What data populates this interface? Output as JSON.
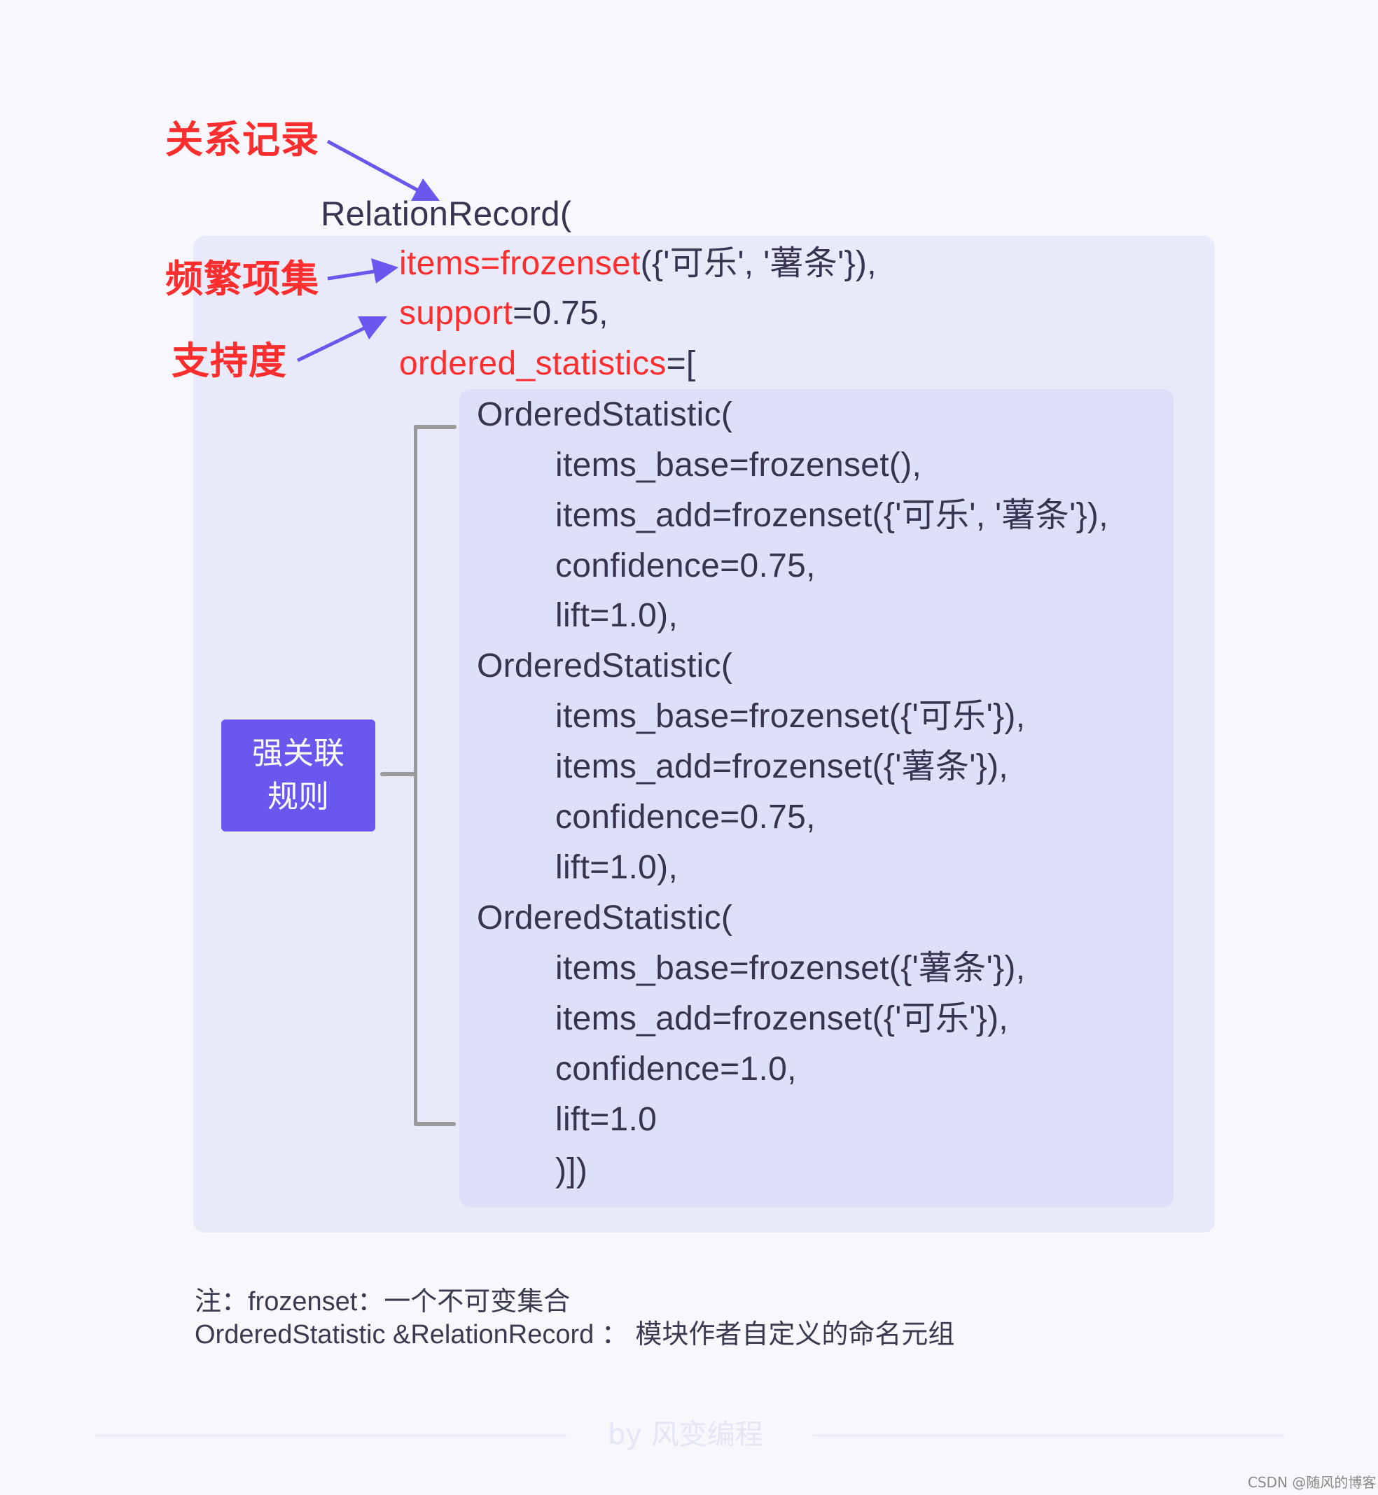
{
  "annotations": {
    "relation_record_label": "关系记录",
    "frequent_itemset_label": "频繁项集",
    "support_label": "支持度",
    "arrow_color": "#6A57EE",
    "label_color": "#FF2E2E"
  },
  "record": {
    "header": "RelationRecord(",
    "items_key": "items=frozenset",
    "items_value": "({'可乐', '薯条'}),",
    "support_key": "support",
    "support_value": "=0.75,",
    "ordered_key": "ordered_statistics",
    "ordered_value": "=["
  },
  "rule_node": {
    "line1": "强关联",
    "line2": "规则",
    "color": "#6A57EE"
  },
  "statistics": [
    {
      "header": "OrderedStatistic(",
      "items_base": "items_base=frozenset(),",
      "items_add": "items_add=frozenset({'可乐', '薯条'}),",
      "confidence": "confidence=0.75,",
      "lift": "lift=1.0),"
    },
    {
      "header": "OrderedStatistic(",
      "items_base": "items_base=frozenset({'可乐'}),",
      "items_add": "items_add=frozenset({'薯条'}),",
      "confidence": "confidence=0.75,",
      "lift": "lift=1.0),"
    },
    {
      "header": "OrderedStatistic(",
      "items_base": "items_base=frozenset({'薯条'}),",
      "items_add": "items_add=frozenset({'可乐'}),",
      "confidence": "confidence=1.0,",
      "lift": "lift=1.0"
    }
  ],
  "closing": ")])",
  "notes": {
    "line1": "注：frozenset：一个不可变集合",
    "line2": "OrderedStatistic &RelationRecord ： 模块作者自定义的命名元组"
  },
  "footer": {
    "brand": "by 风变编程",
    "watermark": "CSDN @随风的博客"
  }
}
